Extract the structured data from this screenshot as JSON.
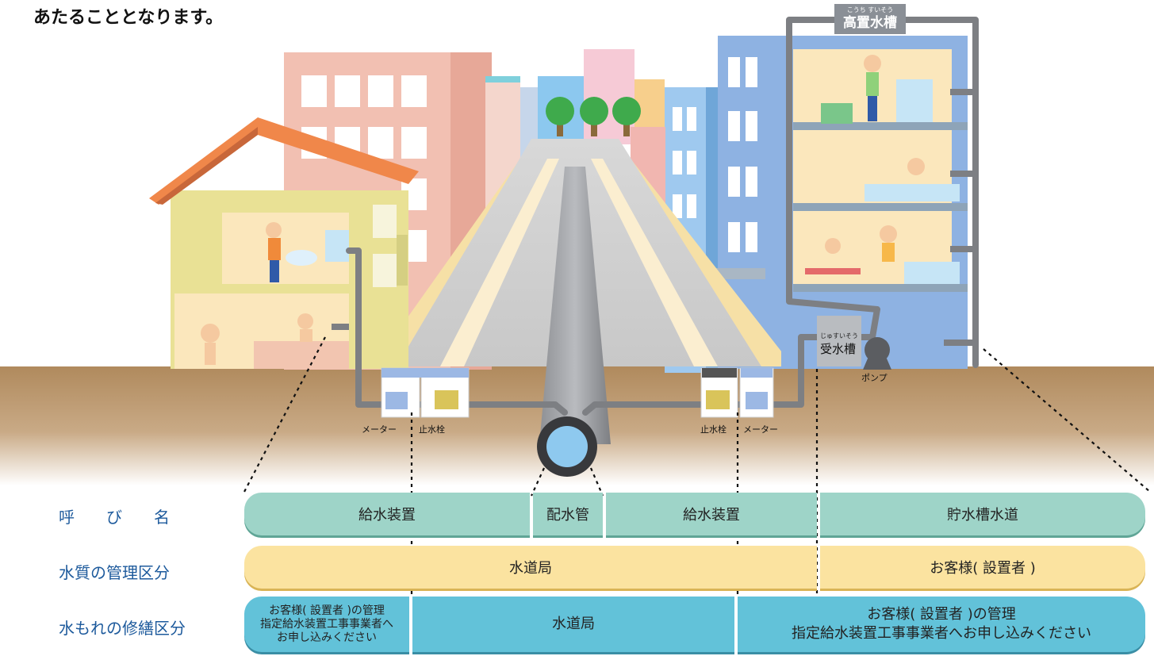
{
  "intro_text": "あたることとなります。",
  "roof_tank": {
    "ruby": "こうち すいそう",
    "label": "高置水槽"
  },
  "receiving_tank": {
    "ruby": "じゅすいそう",
    "label": "受水槽"
  },
  "pump_label": "ポンプ",
  "left_meter_label": "メーター",
  "left_valve_label": "止水栓",
  "right_valve_label": "止水栓",
  "right_meter_label": "メーター",
  "rows": {
    "name_header": "呼　　び　　名",
    "quality_header": "水質の管理区分",
    "leak_header": "水もれの修繕区分"
  },
  "name_row": {
    "left": "給水装置",
    "center": "配水管",
    "right": "給水装置",
    "far_right": "貯水槽水道"
  },
  "quality_row": {
    "left": "水道局",
    "right": "お客様( 設置者 )"
  },
  "leak_row": {
    "left": "お客様( 設置者 )の管理\n指定給水装置工事事業者へ\nお申し込みください",
    "center": "水道局",
    "right": "お客様( 設置者 )の管理\n指定給水装置工事事業者へお申し込みください"
  },
  "colors": {
    "ground": "#b99468",
    "name_bar": "#9ed4c8",
    "quality_bar": "#fbe3a0",
    "leak_bar": "#62c2d9",
    "header_text": "#1d5a9c",
    "pipe": "#7d7f83"
  }
}
